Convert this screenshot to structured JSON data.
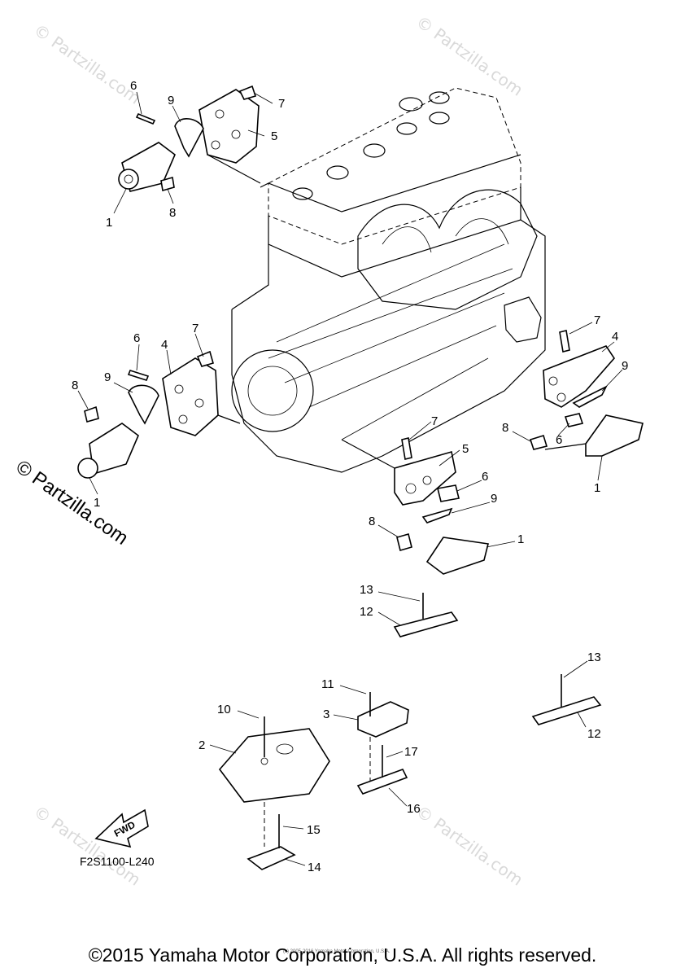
{
  "diagram_code": "F2S1100-L240",
  "fwd_label": "FWD",
  "copyright": "©2015 Yamaha Motor Corporation, U.S.A. All rights reserved.",
  "small_copyright": "(c) 2005-2016 Yamaha Motor Corporation, U.S.A.",
  "side_watermark": "© Partzilla.com",
  "background_watermark": "© Partzilla.com",
  "callouts": {
    "c6a": "6",
    "c7a": "7",
    "c9a": "9",
    "c5a": "5",
    "c1a": "1",
    "c8a": "8",
    "c6b": "6",
    "c4b": "4",
    "c7b": "7",
    "c9b": "9",
    "c8b": "8",
    "c1b": "1",
    "c7c": "7",
    "c4c": "4",
    "c9c": "9",
    "c8c": "8",
    "c6c": "6",
    "c1c": "1",
    "c7d": "7",
    "c5d": "5",
    "c6d": "6",
    "c9d": "9",
    "c8d": "8",
    "c1d": "1",
    "c13a": "13",
    "c12a": "12",
    "c13b": "13",
    "c12b": "12",
    "c11": "11",
    "c3": "3",
    "c17": "17",
    "c16": "16",
    "c10": "10",
    "c2": "2",
    "c15": "15",
    "c14": "14"
  }
}
